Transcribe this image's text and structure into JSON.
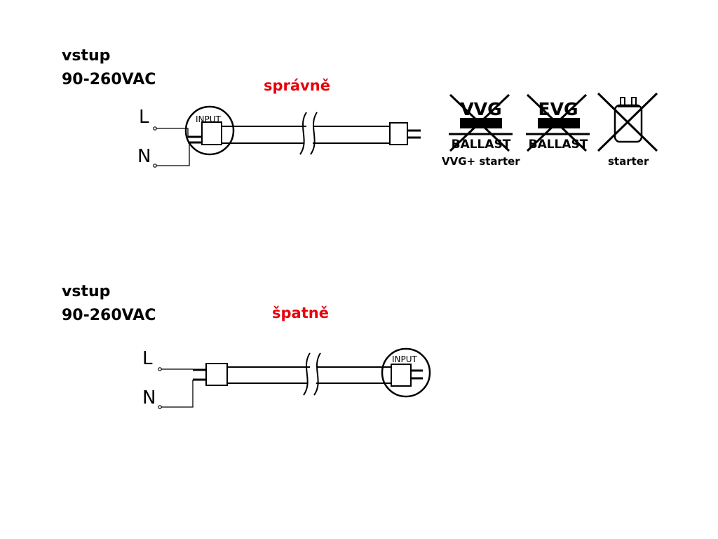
{
  "top": {
    "input_label": "vstup",
    "input_voltage": "90-260VAC",
    "verdict": "správně",
    "wire_l": "L",
    "wire_n": "N",
    "input_marker": "INPUT"
  },
  "bottom": {
    "input_label": "vstup",
    "input_voltage": "90-260VAC",
    "verdict": "špatně",
    "wire_l": "L",
    "wire_n": "N",
    "input_marker": "INPUT"
  },
  "incompatible": [
    {
      "icon": "magnetic-ballast-crossed-icon",
      "title": "VVG",
      "subtitle": "BALLAST",
      "caption": "VVG+ starter"
    },
    {
      "icon": "electronic-ballast-crossed-icon",
      "title": "EVG",
      "subtitle": "BALLAST",
      "caption": ""
    },
    {
      "icon": "starter-crossed-icon",
      "title": "",
      "subtitle": "",
      "caption": "starter"
    }
  ],
  "colors": {
    "ok_wrong_text": "#e8000b",
    "line": "#000000"
  }
}
